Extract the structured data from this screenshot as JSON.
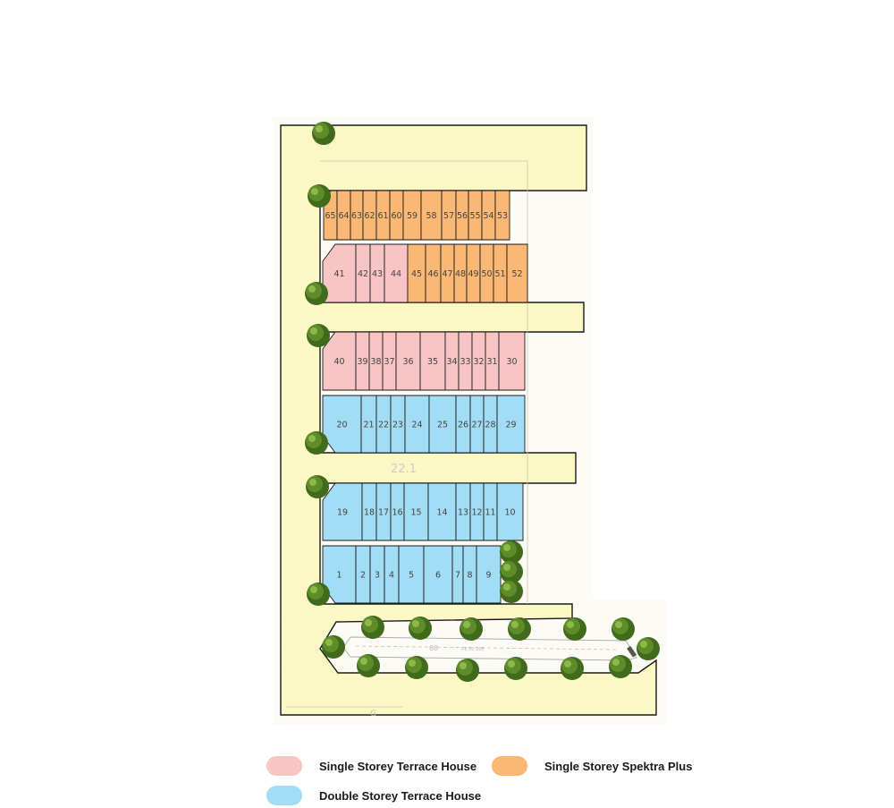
{
  "legend": {
    "single_terrace": {
      "label": "Single Storey Terrace House",
      "color": "#f8c4c4"
    },
    "spektra_plus": {
      "label": "Single Storey Spektra Plus",
      "color": "#fbb774"
    },
    "double_terrace": {
      "label": "Double Storey Terrace House",
      "color": "#a3dcf5"
    }
  },
  "colors": {
    "road": "#fbf8c6",
    "outline": "#1a1a1a",
    "tree": "#5e8c2a"
  },
  "site_labels": {
    "road_width": "22.1",
    "lane_width": "68",
    "lane_note": "RE 50 30E",
    "survey_mark": "G"
  },
  "rows": [
    {
      "lots": [
        "65",
        "64",
        "63",
        "62",
        "61",
        "60",
        "59",
        "58",
        "57",
        "56",
        "55",
        "54",
        "53"
      ],
      "types": [
        "spektra_plus",
        "spektra_plus",
        "spektra_plus",
        "spektra_plus",
        "spektra_plus",
        "spektra_plus",
        "spektra_plus",
        "spektra_plus",
        "spektra_plus",
        "spektra_plus",
        "spektra_plus",
        "spektra_plus",
        "spektra_plus"
      ]
    },
    {
      "lots": [
        "41",
        "42",
        "43",
        "44",
        "45",
        "46",
        "47",
        "48",
        "49",
        "50",
        "51",
        "52"
      ],
      "types": [
        "single_terrace",
        "single_terrace",
        "single_terrace",
        "single_terrace",
        "spektra_plus",
        "spektra_plus",
        "spektra_plus",
        "spektra_plus",
        "spektra_plus",
        "spektra_plus",
        "spektra_plus",
        "spektra_plus"
      ]
    },
    {
      "lots": [
        "40",
        "39",
        "38",
        "37",
        "36",
        "35",
        "34",
        "33",
        "32",
        "31",
        "30"
      ],
      "types": [
        "single_terrace",
        "single_terrace",
        "single_terrace",
        "single_terrace",
        "single_terrace",
        "single_terrace",
        "single_terrace",
        "single_terrace",
        "single_terrace",
        "single_terrace",
        "single_terrace"
      ]
    },
    {
      "lots": [
        "20",
        "21",
        "22",
        "23",
        "24",
        "25",
        "26",
        "27",
        "28",
        "29"
      ],
      "types": [
        "double_terrace",
        "double_terrace",
        "double_terrace",
        "double_terrace",
        "double_terrace",
        "double_terrace",
        "double_terrace",
        "double_terrace",
        "double_terrace",
        "double_terrace"
      ]
    },
    {
      "lots": [
        "19",
        "18",
        "17",
        "16",
        "15",
        "14",
        "13",
        "12",
        "11",
        "10"
      ],
      "types": [
        "double_terrace",
        "double_terrace",
        "double_terrace",
        "double_terrace",
        "double_terrace",
        "double_terrace",
        "double_terrace",
        "double_terrace",
        "double_terrace",
        "double_terrace"
      ]
    },
    {
      "lots": [
        "1",
        "2",
        "3",
        "4",
        "5",
        "6",
        "7",
        "8",
        "9"
      ],
      "types": [
        "double_terrace",
        "double_terrace",
        "double_terrace",
        "double_terrace",
        "double_terrace",
        "double_terrace",
        "double_terrace",
        "double_terrace",
        "double_terrace"
      ]
    }
  ]
}
